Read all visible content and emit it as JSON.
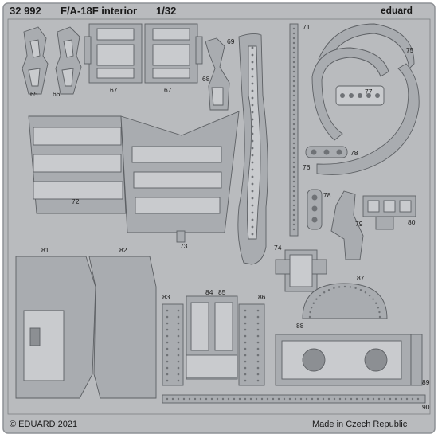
{
  "header": {
    "catalog_number": "32 992",
    "title": "F/A-18F interior",
    "scale": "1/32",
    "brand": "eduard"
  },
  "footer": {
    "copyright": "© EDUARD 2021",
    "origin": "Made in Czech Republic"
  },
  "part_numbers": {
    "p65": "65",
    "p66": "66",
    "p67a": "67",
    "p67b": "67",
    "p68": "68",
    "p69": "69",
    "p71": "71",
    "p72": "72",
    "p73": "73",
    "p74": "74",
    "p75": "75",
    "p76": "76",
    "p77": "77",
    "p78a": "78",
    "p78b": "78",
    "p79": "79",
    "p80": "80",
    "p81": "81",
    "p82": "82",
    "p83": "83",
    "p84": "84",
    "p85": "85",
    "p86": "86",
    "p87": "87",
    "p88": "88",
    "p89": "89",
    "p90": "90"
  },
  "colors": {
    "fret": "#b9bbbe",
    "etch": "#a3a6aa",
    "relief": "#c9cbce",
    "outline": "#5d6064",
    "text": "#1a1a1a"
  }
}
